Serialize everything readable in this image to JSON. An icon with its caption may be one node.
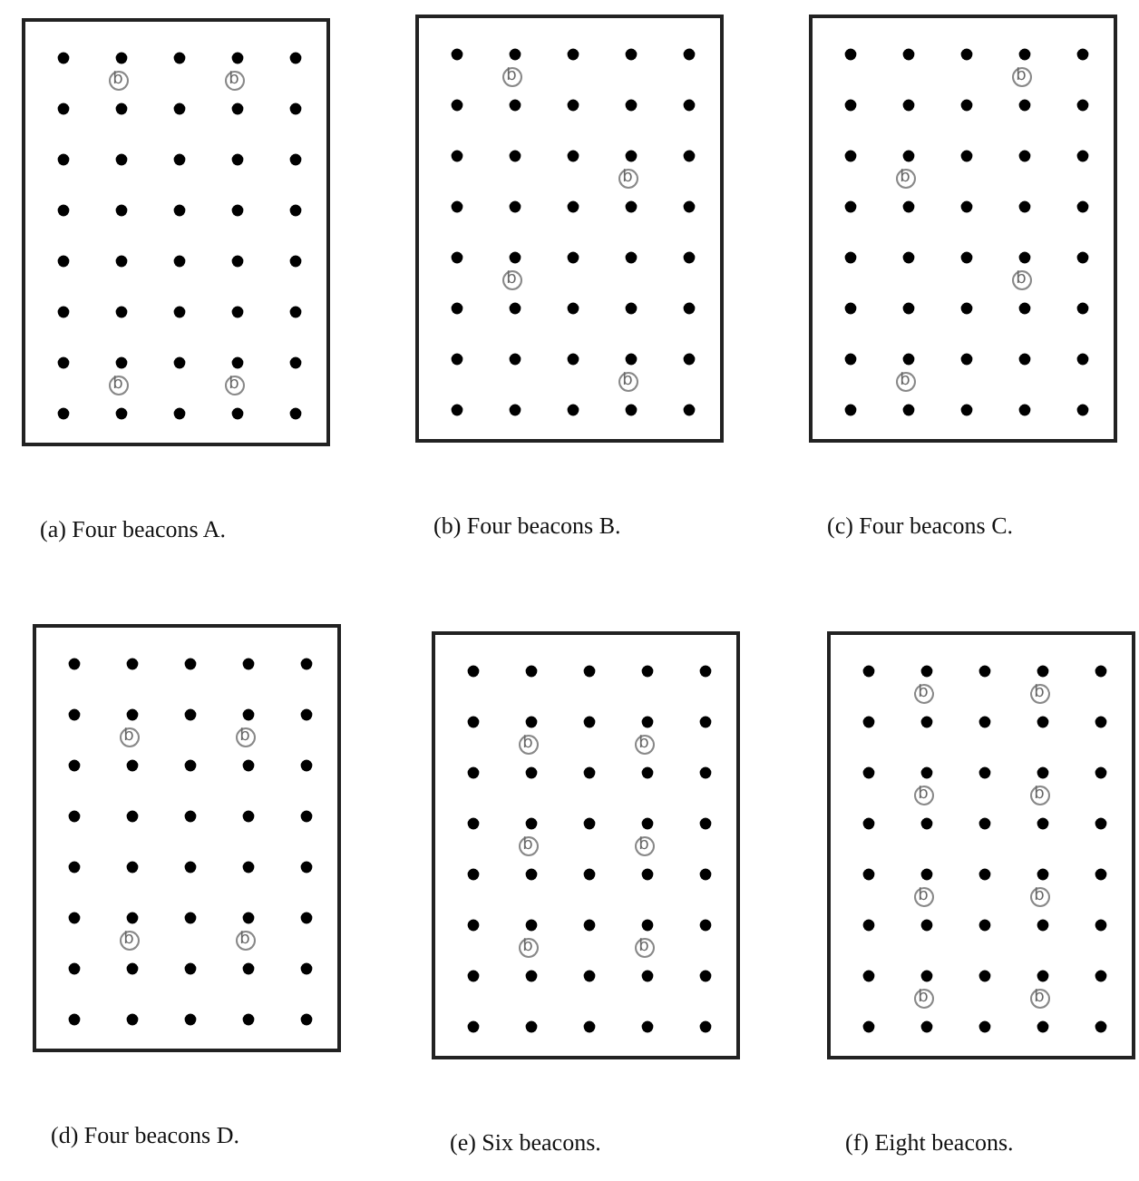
{
  "diagram": {
    "nodes": [
      {
        "text": [],
        "shape": "box"
      },
      {
        "text": [
          "b"
        ],
        "in": 0
      },
      {
        "text": [
          "b"
        ],
        "in": 0
      },
      {
        "text": [
          "b"
        ],
        "in": 0
      },
      {
        "text": [
          "b"
        ],
        "in": 0
      },
      {
        "text": [],
        "shape": "box"
      },
      {
        "text": [
          "b"
        ],
        "in": 5
      },
      {
        "text": [
          "b"
        ],
        "in": 5
      },
      {
        "text": [
          "b"
        ],
        "in": 5
      },
      {
        "text": [
          "b"
        ],
        "in": 5
      },
      {
        "text": [],
        "shape": "box"
      },
      {
        "text": [
          "b"
        ],
        "in": 10
      },
      {
        "text": [
          "b"
        ],
        "in": 10
      },
      {
        "text": [
          "b"
        ],
        "in": 10
      },
      {
        "text": [
          "b"
        ],
        "in": 10
      },
      {
        "text": [],
        "shape": "box"
      },
      {
        "text": [
          "b"
        ],
        "in": 15
      },
      {
        "text": [
          "b"
        ],
        "in": 15
      },
      {
        "text": [
          "b"
        ],
        "in": 15
      },
      {
        "text": [
          "b"
        ],
        "in": 15
      },
      {
        "text": [],
        "shape": "box"
      },
      {
        "text": [
          "b"
        ],
        "in": 20
      },
      {
        "text": [
          "b"
        ],
        "in": 20
      },
      {
        "text": [
          "b"
        ],
        "in": 20
      },
      {
        "text": [
          "b"
        ],
        "in": 20
      },
      {
        "text": [
          "b"
        ],
        "in": 20
      },
      {
        "text": [
          "b"
        ],
        "in": 20
      },
      {
        "text": [],
        "shape": "box"
      },
      {
        "text": [
          "b"
        ],
        "in": 27
      },
      {
        "text": [
          "b"
        ],
        "in": 27
      },
      {
        "text": [
          "b"
        ],
        "in": 27
      },
      {
        "text": [
          "b"
        ],
        "in": 27
      },
      {
        "text": [
          "b"
        ],
        "in": 27
      },
      {
        "text": [
          "b"
        ],
        "in": 27
      },
      {
        "text": [
          "b"
        ],
        "in": 27
      },
      {
        "text": [
          "b"
        ],
        "in": 27
      }
    ],
    "labels": [
      "(a) Four beacons A.",
      "(b) Four beacons B.",
      "(c) Four beacons C.",
      "(d) Four beacons D.",
      "(e) Six beacons.",
      "(f) Eight beacons."
    ]
  }
}
